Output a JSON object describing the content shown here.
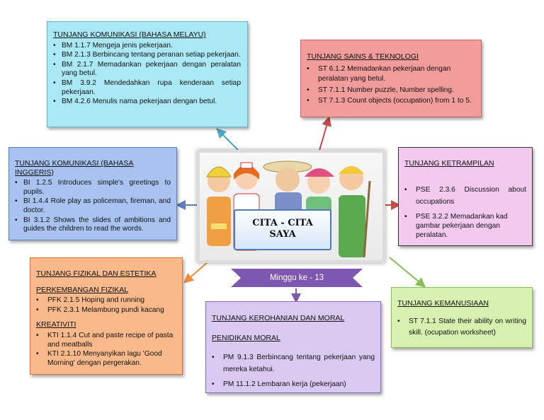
{
  "center": {
    "title_line1": "CITA - CITA",
    "title_line2": "SAYA",
    "week": "Minggu ke - 13"
  },
  "bm": {
    "title": "TUNJANG KOMUNIKASI (BAHASA MELAYU)",
    "items": [
      "BM 1.1.7 Mengeja jenis pekerjaan.",
      "BM 2.1.3 Berbincang tentang peranan setiap pekerjaan.",
      "BM 2.1.7 Memadankan pekerjaan dengan peralatan yang betul.",
      "BM 3.9.2 Mendedahkan rupa kenderaan setiap pekerjaan.",
      "BM 4.2.6 Menulis nama pekerjaan dengan betul."
    ]
  },
  "st": {
    "title": "TUNJANG SAINS & TEKNOLOGI",
    "items": [
      "ST 6.1.2 Memadankan pekerjaan dengan peralatan yang betul.",
      "ST 7.1.1 Number puzzle, Number spelling.",
      "ST 7.1.3 Count objects (occupation) from 1 to 5."
    ]
  },
  "bi": {
    "title": "TUNJANG KOMUNIKASI (BAHASA INGGERIS)",
    "items": [
      "BI 1.2.5 Introduces simple's greetings to pupils.",
      "BI 1.4.4 Role play as policeman, fireman, and doctor.",
      "BI 3.1.2 Shows the slides of ambitions and guides the children to read the words."
    ]
  },
  "ketrampilan": {
    "title": "TUNJANG KETRAMPILAN",
    "items": [
      "PSE 2.3.6 Discussion about occupations",
      "PSE 3.2.2 Memadankan kad gambar pekerjaan dengan peralatan."
    ]
  },
  "fizikal": {
    "title": "TUNJANG FIZIKAL DAN ESTETIKA",
    "sub1": "PERKEMBANGAN FIZIKAL",
    "items1": [
      "PFK 2.1.5 Hoping and running",
      "PFK 2.3.1 Melambung pundi kacang"
    ],
    "sub2": "KREATIVITI",
    "items2": [
      "KTI 1.1.4 Cut and paste recipe of pasta and meatballs",
      "KTI 2.1.10 Menyanyikan lagu 'Good Morning' dengan pergerakan."
    ]
  },
  "moral": {
    "title": "TUNJANG KEROHANIAN DAN MORAL",
    "sub": "PENIDIKAN MORAL",
    "items": [
      "PM 9.1.3 Berbincang tentang pekerjaan yang mereka ketahui.",
      "PM 11.1.2 Lembaran kerja (pekerjaan)"
    ]
  },
  "kemanusiaan": {
    "title": "TUNJANG KEMANUSIAAN",
    "items": [
      "ST 7.1.1 State their ability on writing skill. (ocupation worksheet)"
    ]
  },
  "colors": {
    "bm": "#a9e8f4",
    "st": "#f29c9c",
    "bi": "#a8c3f0",
    "ketrampilan": "#f4c9f0",
    "fizikal": "#f9b98a",
    "moral": "#d9c8f0",
    "kemanusiaan": "#d7f0b0",
    "week": "#7e57b0"
  }
}
